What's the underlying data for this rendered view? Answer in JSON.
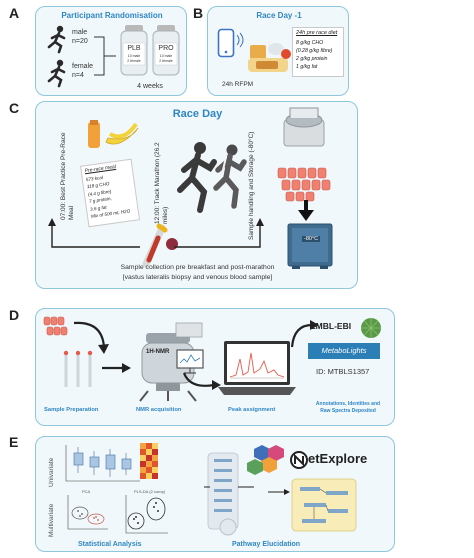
{
  "panel_a": {
    "letter": "A",
    "title": "Participant Randomisation",
    "male_label": "male",
    "male_n": "n=20",
    "female_label": "female",
    "female_n": "n=4",
    "plb_label": "PLB",
    "plb_line1": "10 male",
    "plb_line2": "2 female",
    "pro_label": "PRO",
    "pro_line1": "10 male",
    "pro_line2": "2 female",
    "duration": "4 weeks"
  },
  "panel_b": {
    "letter": "B",
    "title": "Race Day -1",
    "note_heading": "24h pre race diet",
    "note_lines": [
      "8 g/kg CHO",
      "(0.28 g/kg fibre)",
      "2 g/kg protein",
      "1 g/kg fat"
    ],
    "rfpm": "24h RFPM"
  },
  "panel_c": {
    "letter": "C",
    "title": "Race Day",
    "meal_vertical": "07:00: Best Practice Pre-Race Meal",
    "note_heading": "Pre-race meal",
    "note_lines": [
      "573 kcal",
      "118 g CHO",
      "(4.4 g fibre)",
      "7 g protein,",
      "3.6 g fat",
      "Mix of 500 mL H2O"
    ],
    "marathon_vertical": "12:00: Track Marathon (26.2 miles)",
    "storage_vertical": "Sample handling and Storage (-80°C)",
    "freezer_label": "-80°C",
    "collection_line1": "Sample collection pre breakfast and post-marathon",
    "collection_line2": "[vastus lateralis biopsy and venous blood sample]"
  },
  "panel_d": {
    "letter": "D",
    "nmr_label": "1H-NMR",
    "ebi": "EMBL-EBI",
    "metabolights": "MetaboLights",
    "id": "ID: MTBLS1357",
    "steps": [
      "Sample Preparation",
      "NMR acquisition",
      "Peak assignment"
    ],
    "deposit_line1": "Annotations, Identities and",
    "deposit_line2": "Raw Spectra Deposited"
  },
  "panel_e": {
    "letter": "E",
    "univariate": "Univariate",
    "multivariate": "Multivariate",
    "pca": "PCA",
    "plsda": "PLS-DA (2 comp)",
    "netexplore": "etExplore",
    "stat_title": "Statistical Analysis",
    "pathway_title": "Pathway Elucidation"
  },
  "colors": {
    "panel_border": "#8fc7dc",
    "panel_fill": "#f1f8fb",
    "title_blue": "#2f86c4",
    "tube_pink": "#f08070",
    "ebi_green": "#5a9a46",
    "metabolights_blue": "#2c7fb6"
  }
}
